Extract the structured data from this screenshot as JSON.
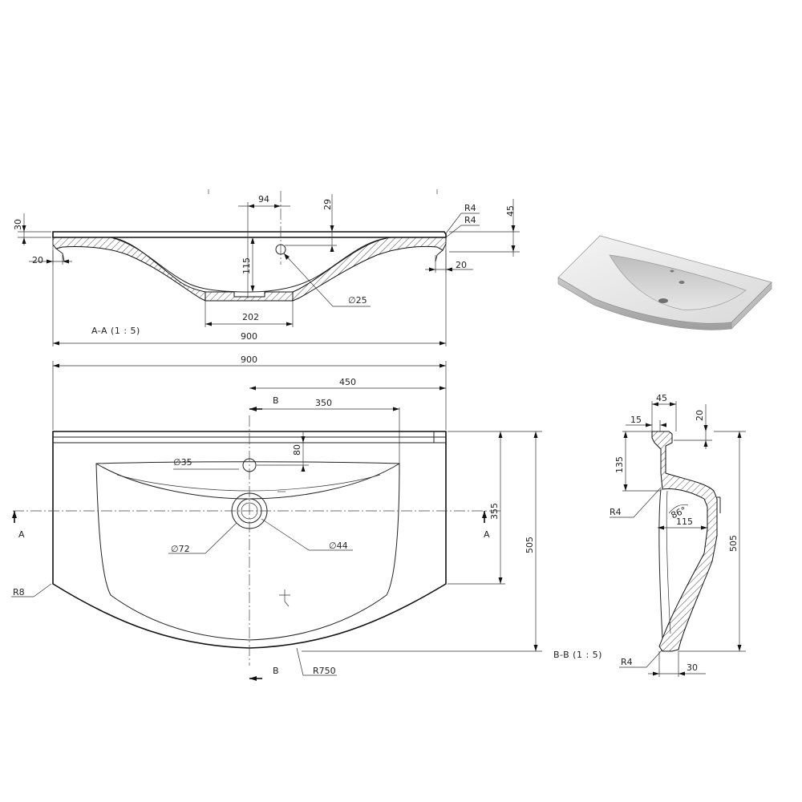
{
  "views": {
    "section_aa": {
      "label": "A-A  (1 : 5)",
      "dims": {
        "d94": "94",
        "d29": "29",
        "d30": "30",
        "d45": "45",
        "r4a": "R4",
        "r4b": "R4",
        "d115": "115",
        "d20l": "20",
        "d20r": "20",
        "dia25": "∅25",
        "d202": "202",
        "d900": "900"
      }
    },
    "plan": {
      "dims": {
        "d900": "900",
        "d450": "450",
        "d350": "350",
        "d80": "80",
        "dia35": "∅35",
        "d355": "355",
        "d505": "505",
        "dia72": "∅72",
        "dia44": "∅44",
        "r8": "R8",
        "r750": "R750",
        "secA_left": "A",
        "secA_right": "A",
        "secB_top": "B",
        "secB_bottom": "B"
      }
    },
    "section_bb": {
      "label": "B-B  (1 : 5)",
      "dims": {
        "d45": "45",
        "d15": "15",
        "d20": "20",
        "d135": "135",
        "r4a": "R4",
        "ang86": "86°",
        "d115": "115",
        "d505": "505",
        "r4b": "R4",
        "d30": "30"
      }
    },
    "iso_view": {
      "name": "washbasin-3d-view"
    }
  }
}
